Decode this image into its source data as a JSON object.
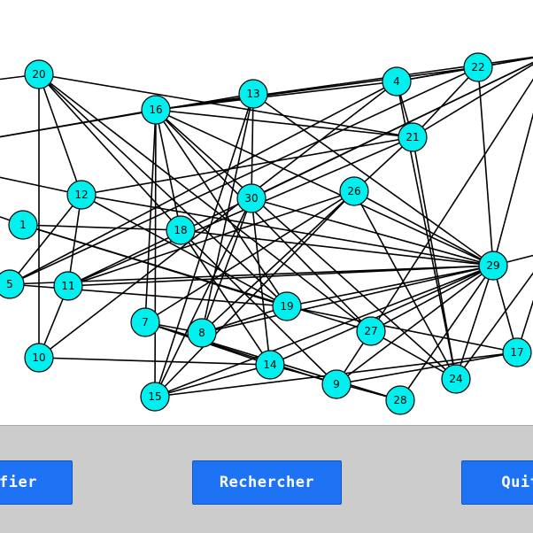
{
  "graph": {
    "node_color": "#00f0f0",
    "edge_color": "#000000",
    "nodes": [
      {
        "id": "1"
      },
      {
        "id": "4"
      },
      {
        "id": "5"
      },
      {
        "id": "7"
      },
      {
        "id": "8"
      },
      {
        "id": "9"
      },
      {
        "id": "10"
      },
      {
        "id": "11"
      },
      {
        "id": "12"
      },
      {
        "id": "13"
      },
      {
        "id": "14"
      },
      {
        "id": "15"
      },
      {
        "id": "16"
      },
      {
        "id": "17"
      },
      {
        "id": "18"
      },
      {
        "id": "19"
      },
      {
        "id": "20"
      },
      {
        "id": "21"
      },
      {
        "id": "22"
      },
      {
        "id": "24"
      },
      {
        "id": "26"
      },
      {
        "id": "27"
      },
      {
        "id": "28"
      },
      {
        "id": "29"
      },
      {
        "id": "30"
      }
    ],
    "edges": [
      [
        "20",
        "12"
      ],
      [
        "20",
        "10"
      ],
      [
        "20",
        "18"
      ],
      [
        "20",
        "19"
      ],
      [
        "20",
        "27"
      ],
      [
        "20",
        "21"
      ],
      [
        "16",
        "15"
      ],
      [
        "16",
        "18"
      ],
      [
        "16",
        "22"
      ],
      [
        "16",
        "21"
      ],
      [
        "16",
        "7"
      ],
      [
        "16",
        "29"
      ],
      [
        "16",
        "27"
      ],
      [
        "16",
        "24"
      ],
      [
        "16",
        "19"
      ],
      [
        "13",
        "30"
      ],
      [
        "13",
        "8"
      ],
      [
        "13",
        "29"
      ],
      [
        "13",
        "15"
      ],
      [
        "4",
        "21"
      ],
      [
        "4",
        "24"
      ],
      [
        "4",
        "5"
      ],
      [
        "4",
        "22"
      ],
      [
        "4",
        "16"
      ],
      [
        "21",
        "24"
      ],
      [
        "21",
        "12"
      ],
      [
        "21",
        "11"
      ],
      [
        "21",
        "8"
      ],
      [
        "22",
        "21"
      ],
      [
        "22",
        "29"
      ],
      [
        "22",
        "5"
      ],
      [
        "12",
        "11"
      ],
      [
        "12",
        "29"
      ],
      [
        "12",
        "19"
      ],
      [
        "12",
        "5"
      ],
      [
        "30",
        "14"
      ],
      [
        "30",
        "15"
      ],
      [
        "30",
        "29"
      ],
      [
        "30",
        "8"
      ],
      [
        "26",
        "7"
      ],
      [
        "26",
        "29"
      ],
      [
        "26",
        "11"
      ],
      [
        "26",
        "24"
      ],
      [
        "26",
        "15"
      ],
      [
        "1",
        "18"
      ],
      [
        "1",
        "19"
      ],
      [
        "1",
        "27"
      ],
      [
        "18",
        "29"
      ],
      [
        "18",
        "14"
      ],
      [
        "18",
        "9"
      ],
      [
        "5",
        "29"
      ],
      [
        "5",
        "19"
      ],
      [
        "11",
        "29"
      ],
      [
        "11",
        "10"
      ],
      [
        "7",
        "8"
      ],
      [
        "7",
        "9"
      ],
      [
        "7",
        "14"
      ],
      [
        "7",
        "28"
      ],
      [
        "8",
        "29"
      ],
      [
        "8",
        "19"
      ],
      [
        "19",
        "29"
      ],
      [
        "19",
        "17"
      ],
      [
        "10",
        "14"
      ],
      [
        "10",
        "4"
      ],
      [
        "14",
        "29"
      ],
      [
        "14",
        "28"
      ],
      [
        "15",
        "29"
      ],
      [
        "15",
        "17"
      ],
      [
        "15",
        "14"
      ],
      [
        "9",
        "17"
      ],
      [
        "9",
        "27"
      ],
      [
        "9",
        "29"
      ],
      [
        "27",
        "29"
      ],
      [
        "27",
        "24"
      ],
      [
        "24",
        "29"
      ],
      [
        "28",
        "29"
      ],
      [
        "17",
        "29"
      ]
    ],
    "offscreen_edges": [
      [
        "29",
        "__right_mid"
      ],
      [
        "17",
        "__right_mid"
      ],
      [
        "24",
        "__right_mid"
      ],
      [
        "22",
        "__right_top"
      ],
      [
        "21",
        "__right_top"
      ],
      [
        "4",
        "__right_top"
      ],
      [
        "30",
        "__right_top"
      ],
      [
        "11",
        "__right_top"
      ],
      [
        "29",
        "__right_top"
      ],
      [
        "27",
        "__right_top"
      ],
      [
        "16",
        "__right_top"
      ],
      [
        "20",
        "__left_top"
      ],
      [
        "16",
        "__left_mid"
      ],
      [
        "13",
        "__left_mid"
      ],
      [
        "12",
        "__left_low"
      ],
      [
        "1",
        "__left_low2"
      ],
      [
        "5",
        "__left_low3"
      ]
    ]
  },
  "toolbar": {
    "left_button_label": "Modifier",
    "center_button_label": "Rechercher",
    "right_button_label": "Quitter"
  }
}
